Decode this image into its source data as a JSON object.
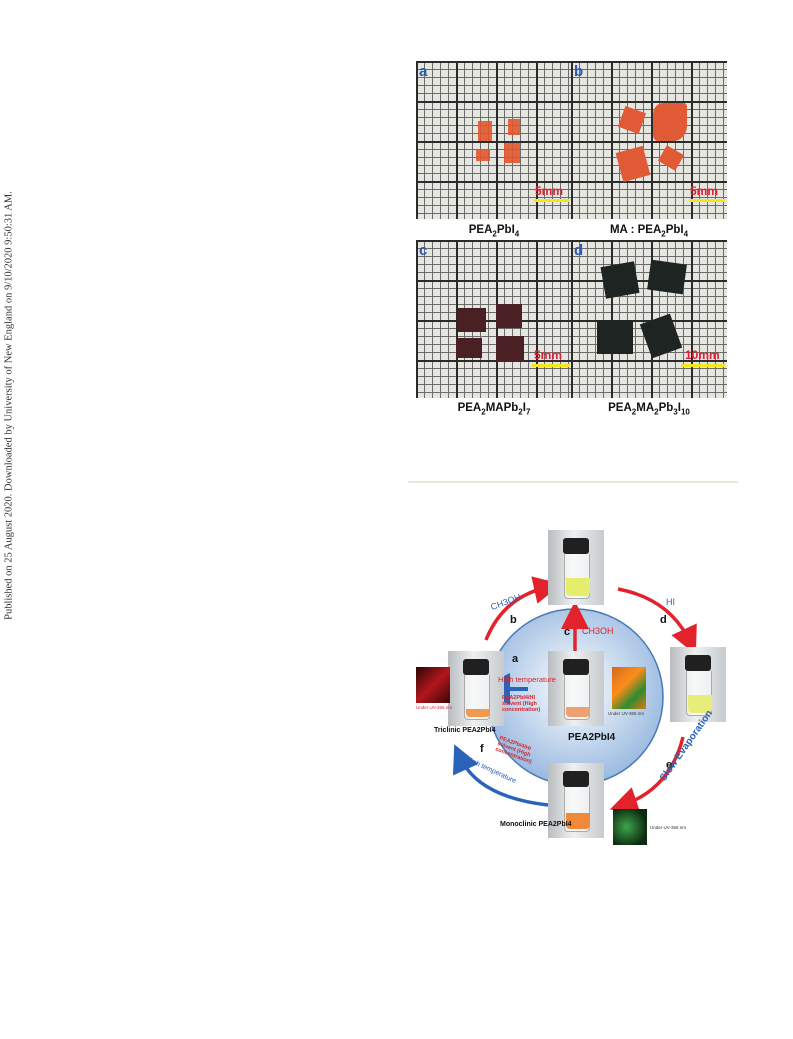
{
  "side_note": "Published on 25 August 2020. Downloaded by University of New England on 9/10/2020 9:50:31 AM.",
  "panels": [
    {
      "letter": "a",
      "scale": "5mm",
      "caption_parts": [
        "PEA",
        "2",
        "PbI",
        "4",
        ""
      ]
    },
    {
      "letter": "b",
      "scale": "5mm",
      "caption_parts": [
        "MA : PEA",
        "2",
        "PbI",
        "4",
        ""
      ]
    },
    {
      "letter": "c",
      "scale": "5mm",
      "caption_parts": [
        "PEA",
        "2",
        "MAPb",
        "2",
        "I",
        "7"
      ]
    },
    {
      "letter": "d",
      "scale": "10mm",
      "caption_parts": [
        "PEA",
        "2",
        "MA",
        "2",
        "Pb",
        "3",
        "I",
        "10"
      ]
    }
  ],
  "diagram": {
    "arrows": {
      "b": {
        "letter": "b",
        "text": "CH3OH"
      },
      "c": {
        "letter": "c",
        "text": "CH3OH"
      },
      "d": {
        "letter": "d",
        "text": "HI"
      },
      "a": {
        "letter": "a",
        "text": "High temperature",
        "note": "PEA2PbI4/HI solvent (High concentration)"
      },
      "e": {
        "letter": "e",
        "text": "Slow Evaporation"
      },
      "f": {
        "letter": "f",
        "text": "High temperature",
        "note": "PEA2PbI4/HI solvent (High concentration)"
      }
    },
    "center_label": "PEA2PbI4",
    "triclinic_label": "Triclinic PEA2PbI4",
    "monoclinic_label": "Monoclinic PEA2PbI4",
    "uv_note": "Under UV-365 nm",
    "colors": {
      "red_arrow": "#e3232c",
      "blue_arrow": "#2a63b8",
      "yellow_liquid": "#e5ee6a",
      "orange_solid": "#f08a3a"
    }
  }
}
